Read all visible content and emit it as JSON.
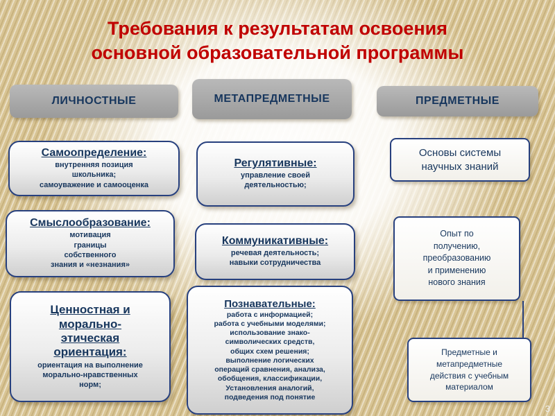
{
  "slide": {
    "title": "Требования к результатам освоения\nосновной образовательной программы",
    "page_number": "3"
  },
  "columns": {
    "personal": {
      "header": "ЛИЧНОСТНЫЕ",
      "boxes": [
        {
          "heading": "Самоопределение:",
          "body": "внутренняя позиция\nшкольника;\nсамоуважение и самооценка"
        },
        {
          "heading": "Смыслообразование:",
          "body": "мотивация\nграницы\nсобственного\nзнания и «незнания»"
        },
        {
          "heading": "Ценностная и\nморально-\nэтическая\nориентация:",
          "body": "ориентация на выполнение\nморально-нравственных\nнорм;"
        }
      ]
    },
    "meta": {
      "header": "МЕТАПРЕДМЕТНЫЕ",
      "boxes": [
        {
          "heading": "Регулятивные:",
          "body": "управление своей\nдеятельностью;"
        },
        {
          "heading": "Коммуникативные:",
          "body": "речевая деятельность;\nнавыки сотрудничества"
        },
        {
          "heading": "Познавательные:",
          "body": "работа с информацией;\nработа с учебными моделями;\nиспользование знако-\nсимволических средств,\nобщих схем решения;\nвыполнение логических\nопераций сравнения, анализа,\nобобщения, классификации,\nУстановления аналогий,\nподведения под понятие"
        }
      ]
    },
    "subject": {
      "header": "ПРЕДМЕТНЫЕ",
      "boxes": [
        {
          "body": "Основы системы\nнаучных знаний"
        },
        {
          "body": "Опыт по\nполучению,\nпреобразованию\nи применению\nнового знания"
        },
        {
          "body": "Предметные и\nметапредметные\nдействия с учебным\nматериалом"
        }
      ]
    }
  }
}
